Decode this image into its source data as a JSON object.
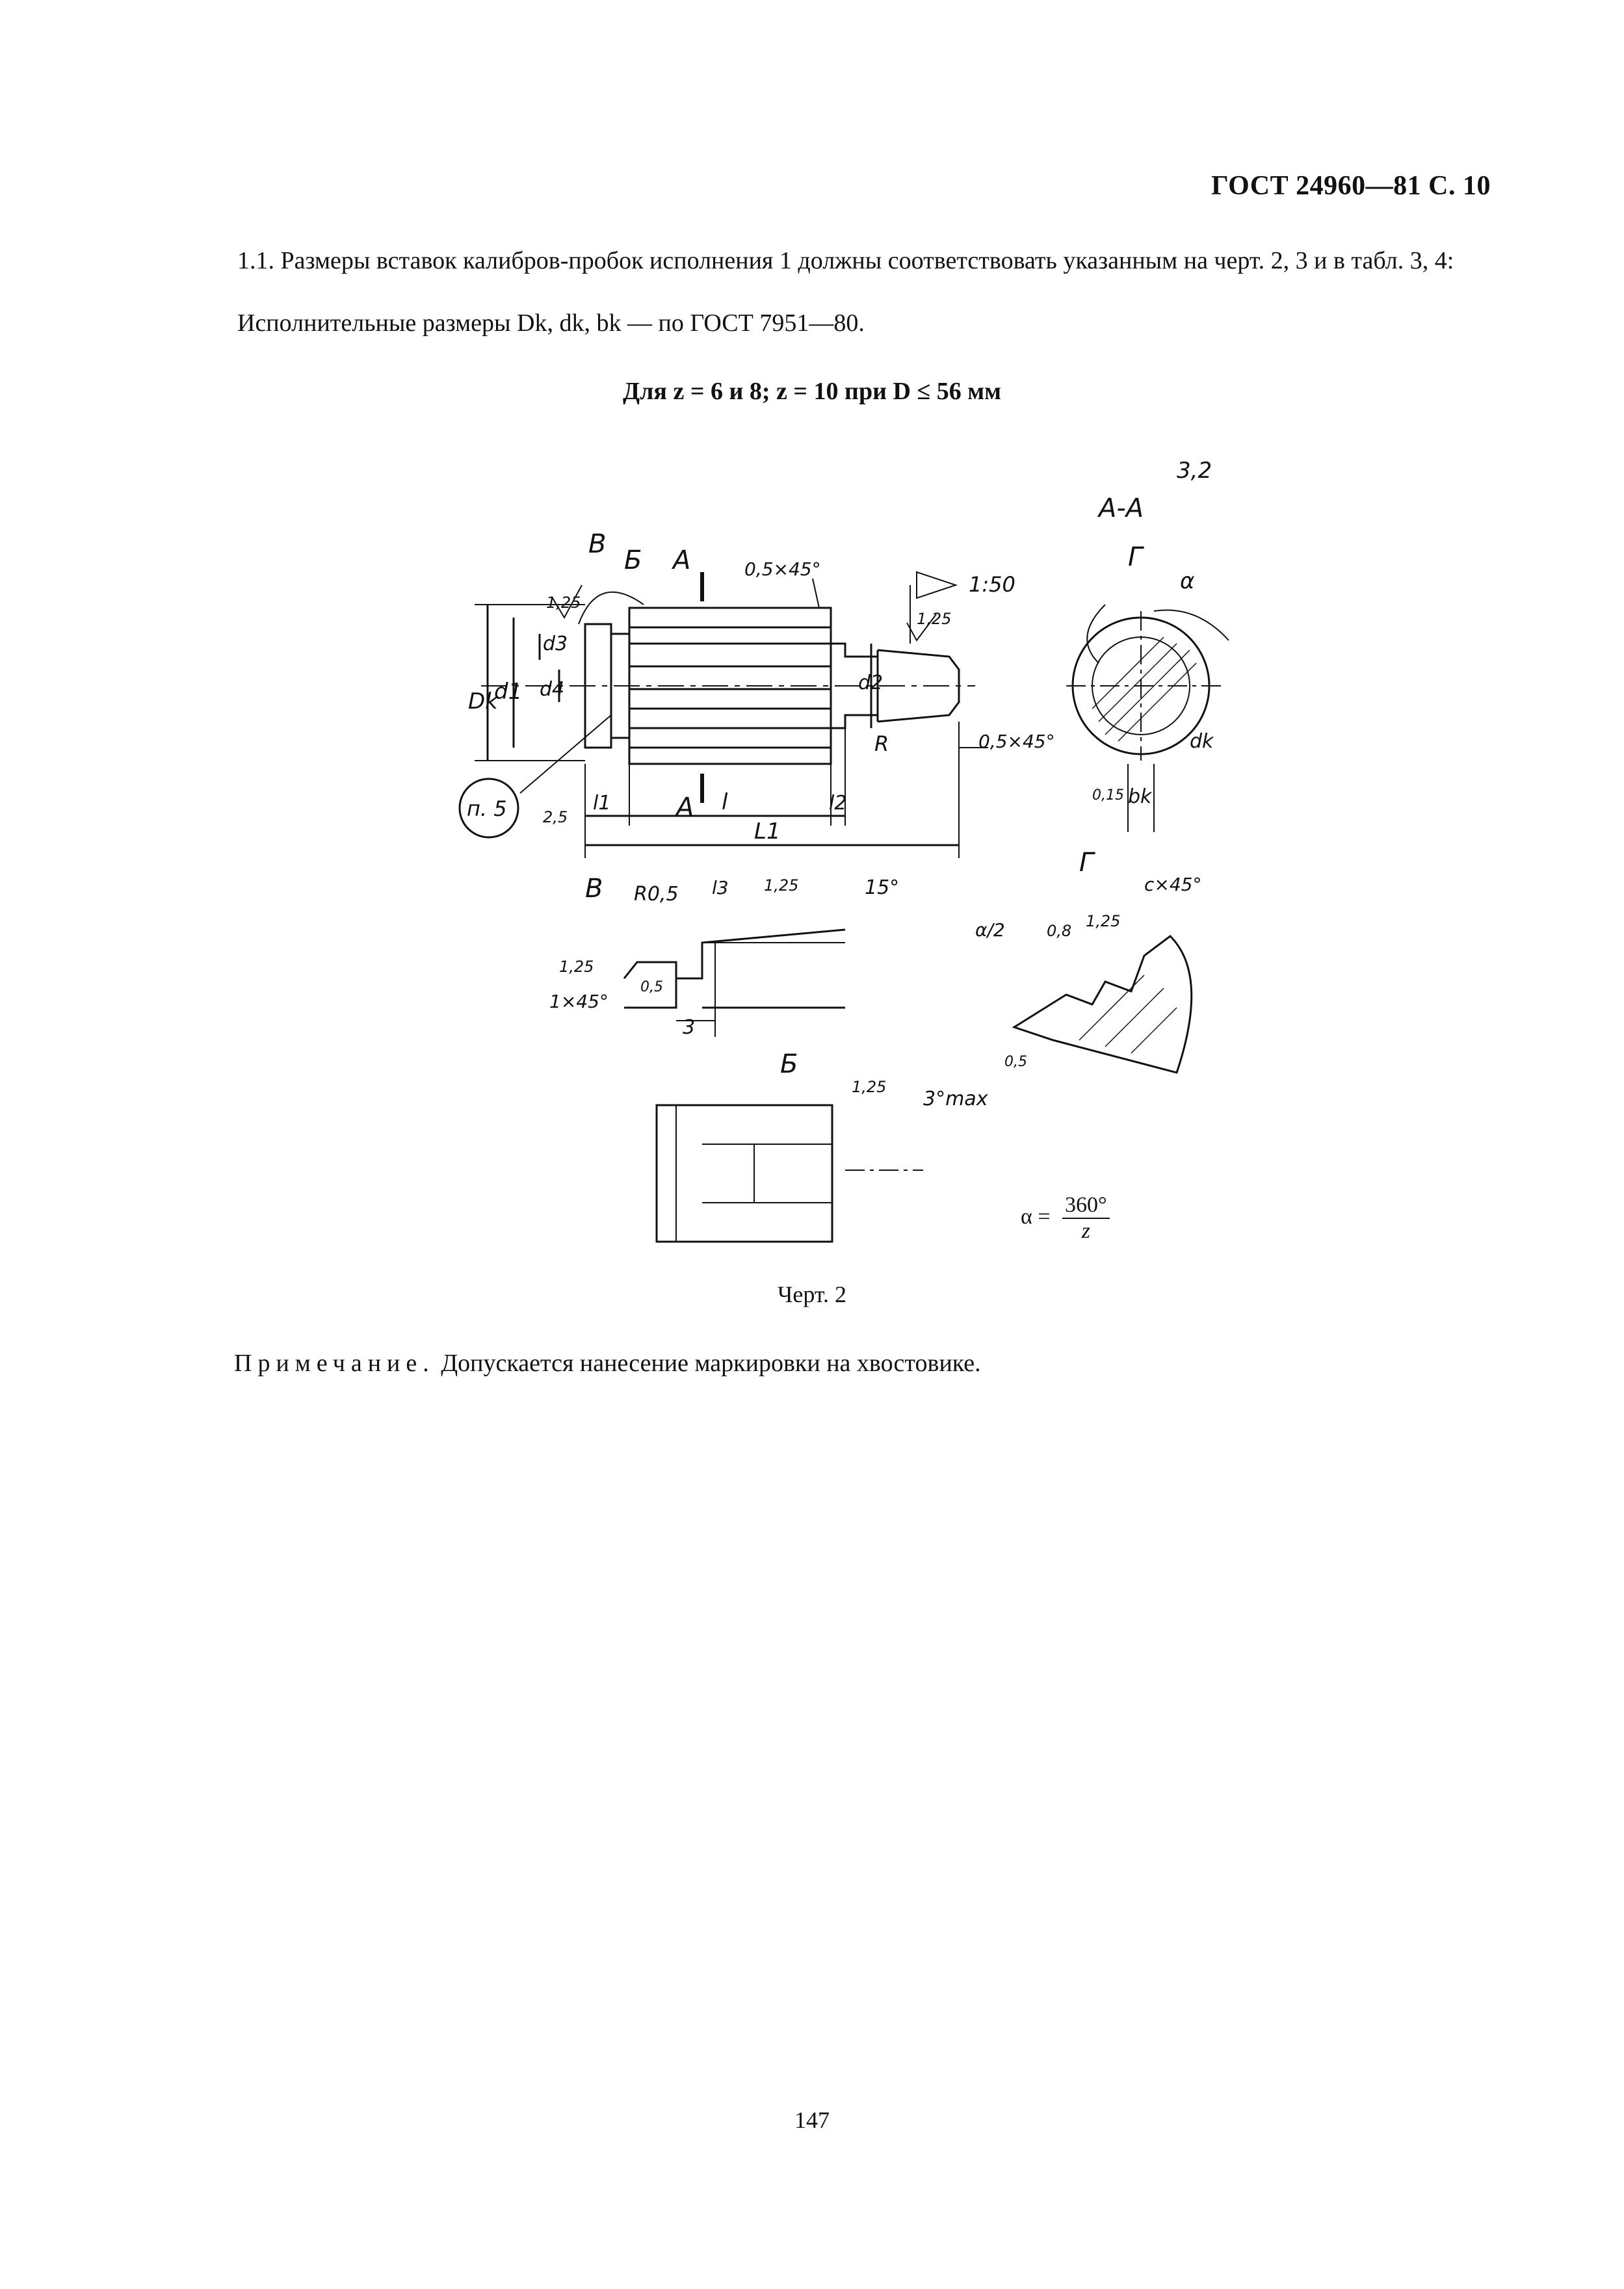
{
  "header": {
    "title": "ГОСТ 24960—81 С. 10"
  },
  "text": {
    "para1": "1.1. Размеры вставок калибров-пробок исполнения 1 должны соответствовать указанным на черт. 2, 3 и в табл. 3, 4:",
    "para2": "Исполнительные размеры Dk, dk, bk — по ГОСТ 7951—80.",
    "subtitle": "Для z = 6 и 8; z = 10 при D ≤ 56 мм",
    "caption": "Черт. 2",
    "note_prefix": "Примечание.",
    "note_text": " Допускается нанесение маркировки на хвостовике.",
    "page_number": "147"
  },
  "formula": {
    "lhs": "α =",
    "num": "360°",
    "den": "z"
  },
  "drawing": {
    "labels": {
      "section_aa": "А-А",
      "roughness_main": "3,2",
      "view_v": "В",
      "view_b": "Б",
      "view_a": "А",
      "view_g": "Г",
      "chamfer_top": "0,5×45°",
      "taper": "1:50",
      "rough_125": "1,25",
      "dk_cap": "Dk",
      "d1": "d1",
      "d3": "d3",
      "d4": "d4",
      "d2": "d2",
      "r": "R",
      "chamfer_right": "0,5×45°",
      "p5": "п. 5",
      "dim_25": "2,5",
      "l1": "l1",
      "l": "l",
      "l2": "l2",
      "L1": "L1",
      "alpha": "α",
      "dk": "dk",
      "bk": "bk",
      "dim_015": "0,15",
      "r05": "R0,5",
      "l3": "l3",
      "deg15": "15°",
      "dim_05": "0,5",
      "chamfer_1x45": "1×45°",
      "dim_3": "3",
      "alpha_half": "α/2",
      "dim_08": "0,8",
      "cx45": "c×45°",
      "deg3max": "3°max"
    }
  }
}
